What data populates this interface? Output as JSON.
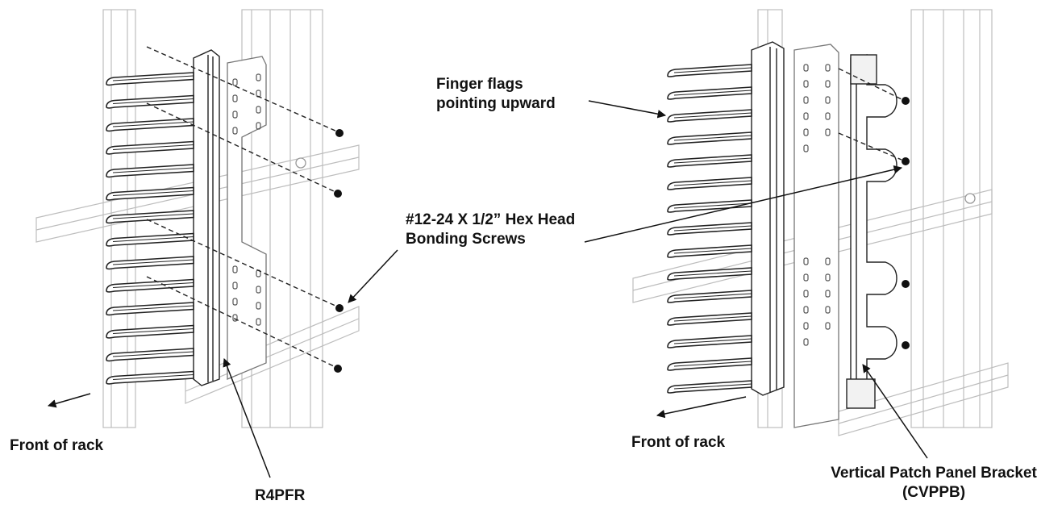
{
  "labels": {
    "finger_flags_line1": "Finger flags",
    "finger_flags_line2": "pointing upward",
    "screws_line1": "#12-24 X 1/2” Hex Head",
    "screws_line2": "Bonding Screws",
    "front_left": "Front of rack",
    "front_right": "Front of rack",
    "r4pfr": "R4PFR",
    "bracket_line1": "Vertical Patch Panel Bracket",
    "bracket_line2": "(CVPPB)"
  },
  "colors": {
    "line": "#222222",
    "light_line": "#b5b5b5",
    "text": "#111111"
  }
}
